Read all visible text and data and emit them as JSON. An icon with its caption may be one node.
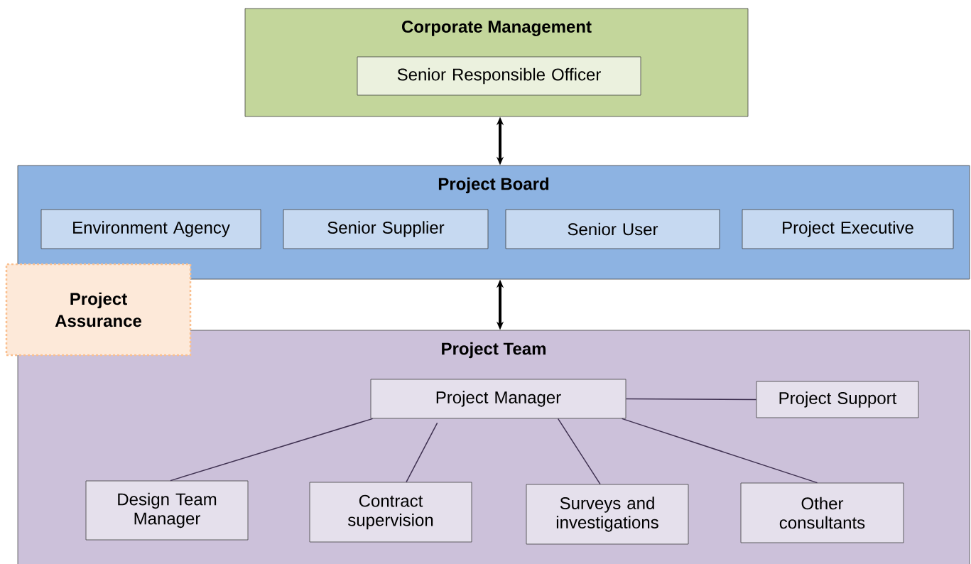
{
  "diagram": {
    "nodes": [
      {
        "text": [
          "Corporate Management"
        ]
      },
      {
        "text": [
          "Senior Responsible Officer"
        ],
        "in": 0
      },
      {
        "text": [
          "Project Board"
        ]
      },
      {
        "text": [
          "Environment Agency"
        ],
        "in": 2
      },
      {
        "text": [
          "Senior Supplier"
        ],
        "in": 2
      },
      {
        "text": [
          "Senior User"
        ],
        "in": 2
      },
      {
        "text": [
          "Project Executive"
        ],
        "in": 2
      },
      {
        "text": [
          "Project Assurance"
        ]
      },
      {
        "text": [
          "Project Team"
        ]
      },
      {
        "text": [
          "Project Manager"
        ],
        "in": 8
      },
      {
        "text": [
          "Project Support"
        ],
        "in": 8
      },
      {
        "text": [
          "Design Team Manager"
        ],
        "in": 8
      },
      {
        "text": [
          "Contract supervision"
        ],
        "in": 8
      },
      {
        "text": [
          "Surveys and investigations"
        ],
        "in": 8
      },
      {
        "text": [
          "Other consultants"
        ],
        "in": 8
      }
    ],
    "edges": [
      {
        "from": 0,
        "to": 2,
        "arrow": "both",
        "style": "thick",
        "color": "#000000"
      },
      {
        "from": 2,
        "to": 8,
        "arrow": "both",
        "style": "thick",
        "color": "#000000"
      },
      {
        "from": 9,
        "to": 10,
        "arrow": "none"
      },
      {
        "from": 9,
        "to": 11,
        "arrow": "none"
      },
      {
        "from": 9,
        "to": 12,
        "arrow": "none"
      },
      {
        "from": 9,
        "to": 13,
        "arrow": "none"
      },
      {
        "from": 9,
        "to": 14,
        "arrow": "none"
      }
    ]
  }
}
